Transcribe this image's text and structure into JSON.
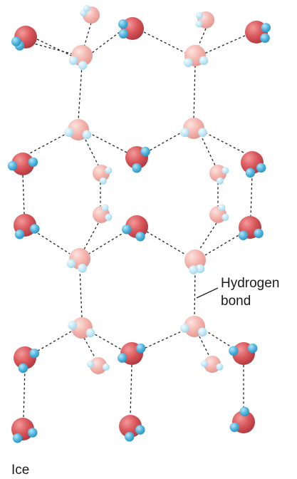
{
  "diagram": {
    "caption": "Ice",
    "annotation_line1": "Hydrogen",
    "annotation_line2": "bond"
  },
  "colors": {
    "oxygen_dark": "#cf4f55",
    "oxygen_light": "#f3b4ae",
    "hydrogen_dark": "#52b7de",
    "hydrogen_light": "#bde6f5",
    "bond_line": "#222222"
  }
}
